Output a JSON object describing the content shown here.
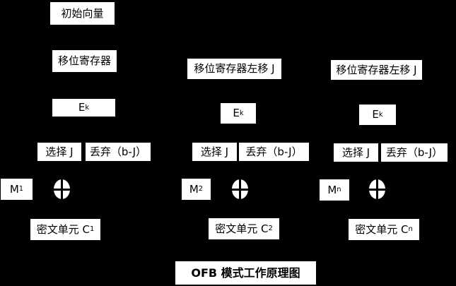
{
  "canvas": {
    "background": "#000000",
    "box_fill": "#ffffff",
    "box_text_color": "#000000"
  },
  "title": {
    "text": "OFB 模式工作原理图"
  },
  "columns": [
    {
      "initial_vector": "初始向量",
      "shift_register": "移位寄存器",
      "encrypt": {
        "base": "E",
        "sub": "k"
      },
      "select": "选择 J",
      "discard": "丢弃（b-J）",
      "message": {
        "base": "M",
        "sub": "1"
      },
      "ciphertext": {
        "prefix": "密文单元 C",
        "sub": "1"
      }
    },
    {
      "shift_register": "移位寄存器左移 J",
      "encrypt": {
        "base": "E",
        "sub": "k"
      },
      "select": "选择 J",
      "discard": "丢弃（b-J）",
      "message": {
        "base": "M",
        "sub": "2"
      },
      "ciphertext": {
        "prefix": "密文单元 C",
        "sub": "2"
      }
    },
    {
      "shift_register": "移位寄存器左移 J",
      "encrypt": {
        "base": "E",
        "sub": "k"
      },
      "select": "选择 J",
      "discard": "丢弃（b-J）",
      "message": {
        "base": "M",
        "sub": "n"
      },
      "ciphertext": {
        "prefix": "密文单元 C",
        "sub": "n"
      }
    }
  ]
}
